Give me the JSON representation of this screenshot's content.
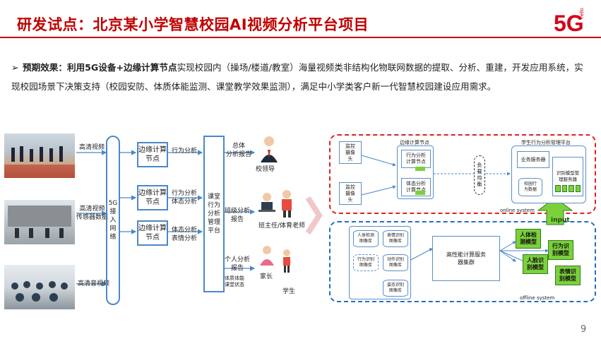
{
  "header": {
    "title": "研发试点：北京某小学智慧校园AI视频分析平台项目",
    "logo_text": "5G",
    "logo_sub": "hello",
    "accent_color": "#c00000"
  },
  "summary": {
    "bullet": "➢",
    "lead": "预期效果：利用5G设备+边缘计算节点",
    "body": "实现校园内（操场/楼道/教室）海量视频类非结构化物联网数据的提取、分析、重建，开发应用系统，实现校园场景下决策支持（校园安防、体质体能监测、课堂教学效果监测），满足中小学类客户新一代智慧校园建设应用需求。"
  },
  "left_diagram": {
    "sources": [
      "高清视频",
      "高清视频\n传感器数据",
      "高清音视频"
    ],
    "network": "5G\n接\n入\n网\n络",
    "edge_nodes": [
      "边缘计算\n节点",
      "边缘计算\n节点",
      "边缘计算\n节点"
    ],
    "analysis": [
      "行为分析",
      "行为分析\n体态分析",
      "体态分析\n表情分析"
    ],
    "platform": "课堂\n行为\n分析\n管理\n平台",
    "reports": [
      {
        "label": "总体\n分析报告",
        "who": "校领导"
      },
      {
        "label": "班级分析\n报告",
        "who": "班主任/体育老师"
      },
      {
        "label": "个人分析\n报告",
        "extra": "体质体能\n课堂状态",
        "who1": "家长",
        "who2": "学生"
      }
    ]
  },
  "online": {
    "cameras": [
      "监控\n摄像\n头",
      "监控\n摄像\n头"
    ],
    "edge_title": "边缘计算节点",
    "edge_items": [
      "行为分析\n计算节点",
      "体态分析\n计算节点"
    ],
    "lb": "负\n载\n均\n衡",
    "platform_title": "学生行为分析管理平台",
    "business": "业务服务器",
    "db": "校园行\n为数据",
    "model": "识别模型管\n理服务器",
    "system_label": "online system",
    "input_label": "input"
  },
  "offline": {
    "dbs": [
      "人体检测\n图像库",
      "表情识别\n图像库",
      "行为识别\n图像库",
      "动作识别\n图像库",
      "姿态识别\n图像库"
    ],
    "cluster": "高性能计算服务\n器集群",
    "models": [
      "人体检\n测模型",
      "行为识\n别模型",
      "人脸识\n别模型",
      "表情识\n别模型"
    ],
    "system_label": "offline system"
  },
  "page_number": "9"
}
